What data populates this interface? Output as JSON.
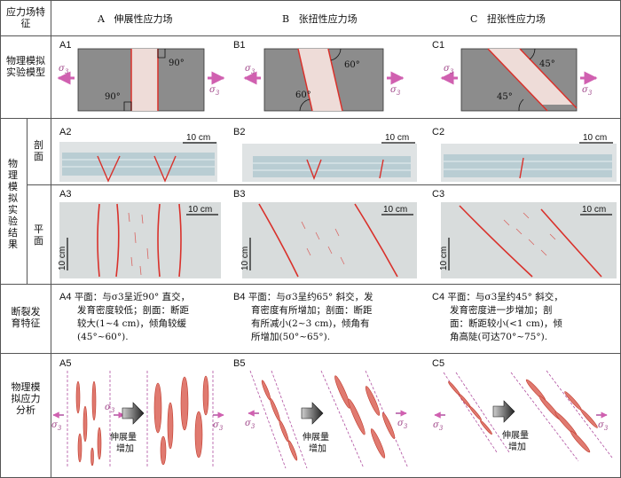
{
  "header_label": "应力场特征",
  "columns": [
    {
      "letter": "A",
      "title": "伸展性应力场"
    },
    {
      "letter": "B",
      "title": "张扭性应力场"
    },
    {
      "letter": "C",
      "title": "扭张性应力场"
    }
  ],
  "row_labels": {
    "model": "物理模拟实验模型",
    "results": "物理模拟实验结果",
    "profile": "剖面",
    "plan": "平面",
    "features": "断裂发育特征",
    "analysis": "物理模拟应力分析"
  },
  "models": [
    {
      "id": "A1",
      "angles": [
        "90°",
        "90°"
      ]
    },
    {
      "id": "B1",
      "angles": [
        "60°",
        "60°"
      ]
    },
    {
      "id": "C1",
      "angles": [
        "45°",
        "45°"
      ]
    }
  ],
  "sigma": "σ",
  "sigma_sub": "3",
  "profiles": [
    {
      "id": "A2"
    },
    {
      "id": "B2"
    },
    {
      "id": "C2"
    }
  ],
  "plans": [
    {
      "id": "A3"
    },
    {
      "id": "B3"
    },
    {
      "id": "C3"
    }
  ],
  "scale_label": "10 cm",
  "features": [
    {
      "id": "A4",
      "lines": [
        "平面：与σ3呈近90° 直交，",
        "发育密度较低；剖面：断距",
        "较大(1~4 cm)，倾角较缓",
        "(45°~60°)."
      ]
    },
    {
      "id": "B4",
      "lines": [
        "平面：与σ3呈约65° 斜交，发",
        "育密度有所增加；剖面：断距",
        "有所减小(2~3 cm)，倾角有",
        "所增加(50°~65°)."
      ]
    },
    {
      "id": "C4",
      "lines": [
        "平面：与σ3呈约45° 斜交，",
        "发育密度进一步增加；剖",
        "面：断距较小(<1 cm)，倾",
        "角高陡(可达70°~75°)."
      ]
    }
  ],
  "analysis": [
    {
      "id": "A5",
      "increase_label": [
        "伸展量",
        "增加"
      ]
    },
    {
      "id": "B5",
      "increase_label": [
        "伸展量",
        "增加"
      ]
    },
    {
      "id": "C5",
      "increase_label": [
        "伸展量",
        "增加"
      ]
    }
  ],
  "colors": {
    "fault": "#d9312b",
    "model_bg": "#8c8c8c",
    "band": "#eedcd8",
    "sigma": "#d060b0",
    "photo": "#d8dcdc"
  }
}
